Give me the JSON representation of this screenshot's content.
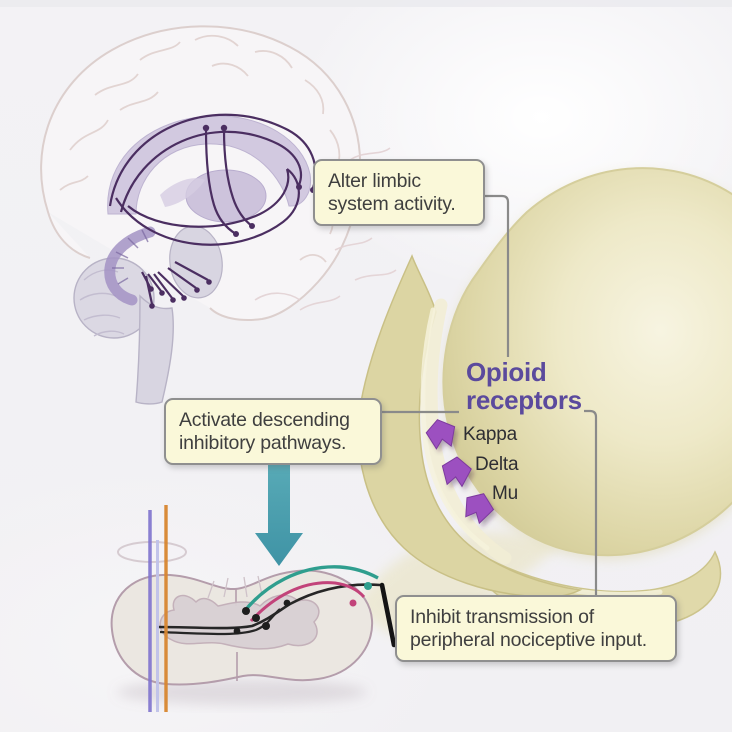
{
  "figure": {
    "title": "Opioid receptors",
    "receptors": [
      {
        "label": "Kappa"
      },
      {
        "label": "Delta"
      },
      {
        "label": "Mu"
      }
    ],
    "callouts": {
      "limbic": "Alter limbic system activity.",
      "descending": "Activate descending inhibitory pathways.",
      "inhibit": "Inhibit transmission of peripheral nociceptive input."
    },
    "icons": {
      "receptor": "purple ribbon-flag receptor marker",
      "arrow": "teal downward arrow",
      "slash": "black inhibition slash"
    },
    "colors": {
      "title_purple": "#5b4a9d",
      "receptor_purple": "#9c50c0",
      "pathway_purple": "#4b2e61",
      "arrow_teal": "#4a9dae",
      "callout_bg": "#faf8d9",
      "callout_border": "#8f8f8f",
      "connector_gray": "#8a8a8a",
      "synapse_yellow": "#ddd6a6",
      "teal_fiber": "#2f9e8e",
      "crimson_fiber": "#c2437a",
      "orange_line": "#d8862f",
      "blue_line": "#8276cf"
    }
  }
}
